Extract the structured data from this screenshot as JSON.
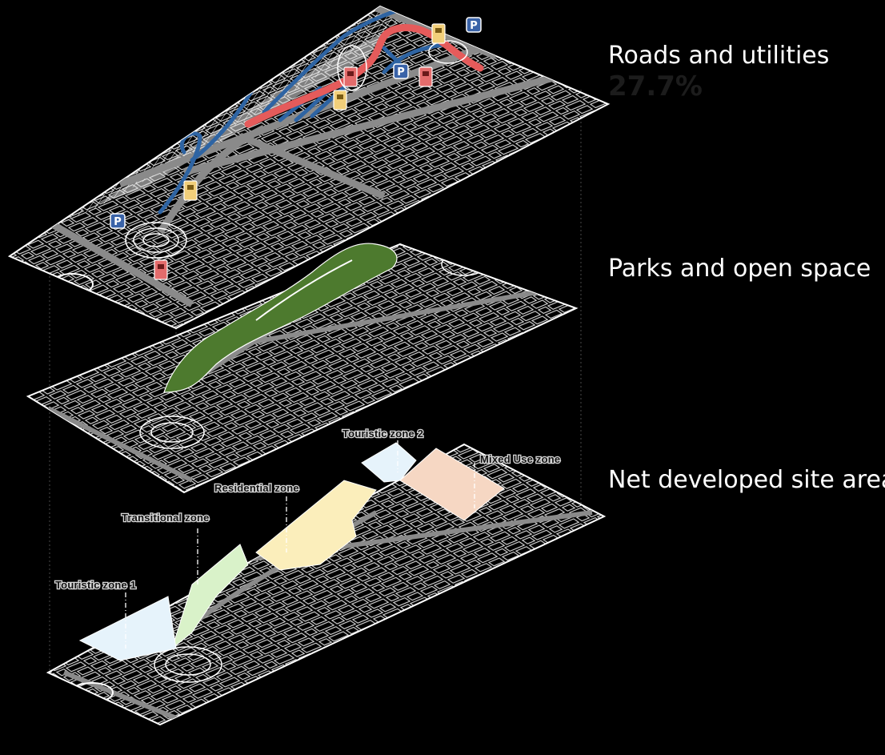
{
  "layers": [
    {
      "title": "Roads and  utilities",
      "subtitle": "27.7%"
    },
    {
      "title": "Parks and open space"
    },
    {
      "title": "Net developed site area"
    }
  ],
  "zones": [
    {
      "label": "Touristic zone 2",
      "color": "#e6f3fb"
    },
    {
      "label": "Mixed Use zone",
      "color": "#f6d7c3"
    },
    {
      "label": "Residential zone",
      "color": "#fbeebb"
    },
    {
      "label": "Transitional zone",
      "color": "#d9f2c9"
    },
    {
      "label": "Touristic zone 1",
      "color": "#e6f3fb"
    }
  ],
  "markers": {
    "parking": {
      "symbol": "P",
      "color": "#3a63a8"
    },
    "fuel_yellow": {
      "color": "#f2cf7a"
    },
    "fuel_red": {
      "color": "#e46c6c"
    }
  },
  "colors": {
    "park": "#4d7a2e",
    "utility_line": "#2e64a3",
    "main_road_red": "#e55b5b",
    "road_grey": "#8a8a8a",
    "linework": "#ffffff"
  }
}
